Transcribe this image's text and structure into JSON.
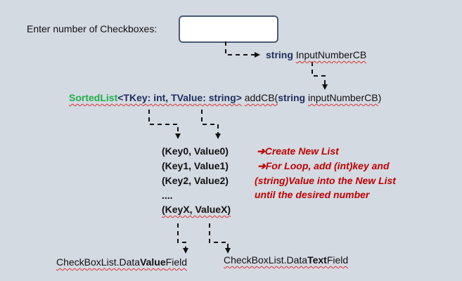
{
  "prompt": {
    "label": "Enter number of Checkboxes:",
    "input_value": ""
  },
  "param": {
    "type": "string",
    "name": "InputNumberCB"
  },
  "signature": {
    "class": "SortedList",
    "generic": "<TKey: int, TValue: string>",
    "method": "addCB(",
    "arg_type": "string",
    "arg_name": "inputNumberCB",
    ")": ")",
    "close": ")"
  },
  "pairs": [
    "(Key0, Value0)",
    "(Key1, Value1)",
    "(Key2, Value2)",
    "....",
    "(KeyX, ValueX)"
  ],
  "notes": {
    "arrow": "➔",
    "line1": "Create New List",
    "line2": "For Loop, add (int)key and",
    "line3": "(string)Value into the New List",
    "line4": "until the desired number"
  },
  "outputs": {
    "value_field": {
      "prefix": "CheckBoxList.Data",
      "bold": "Value",
      "suffix": "Field"
    },
    "text_field": {
      "prefix": "CheckBoxList.Data",
      "bold": "Text",
      "suffix": "Field"
    }
  },
  "colors": {
    "background": "#d4dae2",
    "keyword": "#1f2d5c",
    "class": "#1fae4a",
    "note": "#c00000"
  }
}
